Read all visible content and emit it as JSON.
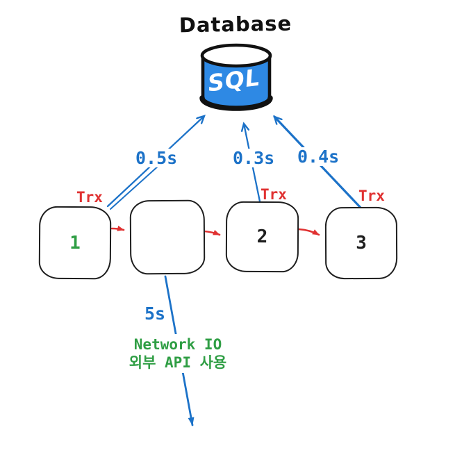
{
  "title": "Database",
  "database": {
    "label": "SQL"
  },
  "steps": [
    {
      "label": "1"
    },
    {
      "label": ""
    },
    {
      "label": "2"
    },
    {
      "label": "3"
    }
  ],
  "transactions": [
    "Trx",
    "Trx",
    "Trx"
  ],
  "db_call_times": [
    "0.5s",
    "0.3s",
    "0.4s"
  ],
  "network_io": {
    "time": "5s",
    "line1": "Network IO",
    "line2": "외부 API 사용"
  },
  "colors": {
    "arrow_blue": "#1c72c8",
    "transaction_red": "#e03131",
    "success_green": "#2f9e44",
    "ink_black": "#1e1e1e",
    "db_fill_blue": "#2e89e4"
  }
}
